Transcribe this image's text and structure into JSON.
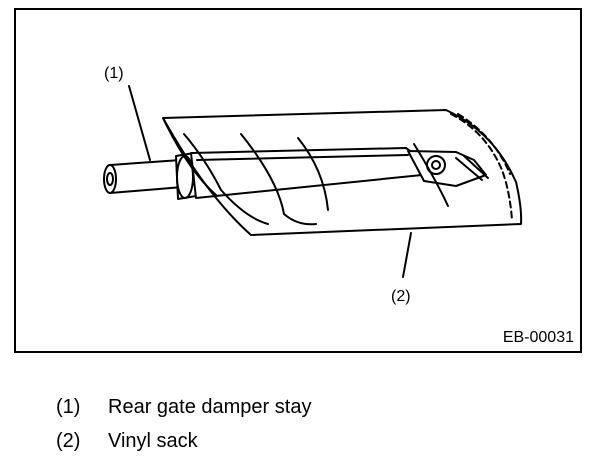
{
  "figure": {
    "callouts": [
      {
        "id": "1",
        "text": "(1)"
      },
      {
        "id": "2",
        "text": "(2)"
      }
    ],
    "figure_code": "EB-00031"
  },
  "legend": {
    "items": [
      {
        "number": "(1)",
        "label": "Rear gate damper stay"
      },
      {
        "number": "(2)",
        "label": "Vinyl sack"
      }
    ]
  },
  "colors": {
    "line": "#000000",
    "background": "#ffffff"
  }
}
